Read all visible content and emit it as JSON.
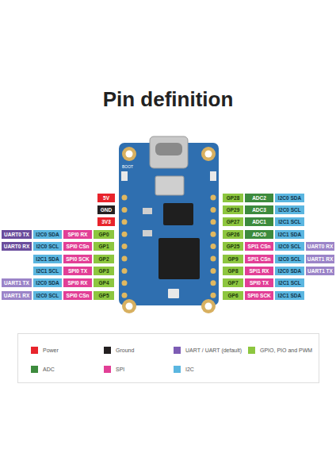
{
  "diagram": {
    "title": "Pin definition",
    "nodes": [
      {
        "text": [
          "5V"
        ]
      },
      {
        "text": [
          "GP28"
        ]
      },
      {
        "text": [
          "ADC2"
        ]
      },
      {
        "text": [
          "I2C0 SDA"
        ]
      },
      {
        "text": [
          "GND"
        ]
      },
      {
        "text": [
          "GP29"
        ]
      },
      {
        "text": [
          "ADC3"
        ]
      },
      {
        "text": [
          "I2C0 SCL"
        ]
      },
      {
        "text": [
          "3V3"
        ]
      },
      {
        "text": [
          "GP27"
        ]
      },
      {
        "text": [
          "ADC1"
        ]
      },
      {
        "text": [
          "I2C1 SCL"
        ]
      },
      {
        "text": [
          "UART0 TX"
        ]
      },
      {
        "text": [
          "I2C0 SDA"
        ]
      },
      {
        "text": [
          "SPI0 RX"
        ]
      },
      {
        "text": [
          "GP0"
        ]
      },
      {
        "text": [
          "GP26"
        ]
      },
      {
        "text": [
          "ADC0"
        ]
      },
      {
        "text": [
          "I2C1 SDA"
        ]
      },
      {
        "text": [
          "UART0 RX"
        ]
      },
      {
        "text": [
          "I2C0 SCL"
        ]
      },
      {
        "text": [
          "SPI0 CSn"
        ]
      },
      {
        "text": [
          "GP1"
        ]
      },
      {
        "text": [
          "GP25"
        ]
      },
      {
        "text": [
          "SPI1 CSn"
        ]
      },
      {
        "text": [
          "I2C0 SCL"
        ]
      },
      {
        "text": [
          "UART0 RX"
        ]
      },
      {
        "text": [
          "I2C1 SDA"
        ]
      },
      {
        "text": [
          "SPI0 SCK"
        ]
      },
      {
        "text": [
          "GP2"
        ]
      },
      {
        "text": [
          "GP9"
        ]
      },
      {
        "text": [
          "SPI1 CSn"
        ]
      },
      {
        "text": [
          "I2C0 SCL"
        ]
      },
      {
        "text": [
          "UART1 RX"
        ]
      },
      {
        "text": [
          "I2C1 SCL"
        ]
      },
      {
        "text": [
          "SPI0 TX"
        ]
      },
      {
        "text": [
          "GP3"
        ]
      },
      {
        "text": [
          "GP8"
        ]
      },
      {
        "text": [
          "SPI1 RX"
        ]
      },
      {
        "text": [
          "I2C0 SDA"
        ]
      },
      {
        "text": [
          "UART1 TX"
        ]
      },
      {
        "text": [
          "UART1 TX"
        ]
      },
      {
        "text": [
          "I2C0 SDA"
        ]
      },
      {
        "text": [
          "SPI0 RX"
        ]
      },
      {
        "text": [
          "GP4"
        ]
      },
      {
        "text": [
          "GP7"
        ]
      },
      {
        "text": [
          "SPI0 TX"
        ]
      },
      {
        "text": [
          "I2C1 SCL"
        ]
      },
      {
        "text": [
          "UART1 RX"
        ]
      },
      {
        "text": [
          "I2C0 SCL"
        ]
      },
      {
        "text": [
          "SPI0 CSn"
        ]
      },
      {
        "text": [
          "GP5"
        ]
      },
      {
        "text": [
          "GP6"
        ]
      },
      {
        "text": [
          "SPI0 SCK"
        ]
      },
      {
        "text": [
          "I2C1 SDA"
        ]
      }
    ],
    "labels": [
      "BOOT"
    ],
    "legend": [
      {
        "text": "Power",
        "color": "#e8242c"
      },
      {
        "text": "Ground",
        "color": "#231f20"
      },
      {
        "text": "UART / UART (default)",
        "color": "#7d5cb4"
      },
      {
        "text": "GPIO, PIO and PWM",
        "color": "#8dc63f"
      },
      {
        "text": "ADC",
        "color": "#3d8b3d"
      },
      {
        "text": "SPI",
        "color": "#e23f96"
      },
      {
        "text": "I2C",
        "color": "#5bb6e0"
      }
    ]
  }
}
